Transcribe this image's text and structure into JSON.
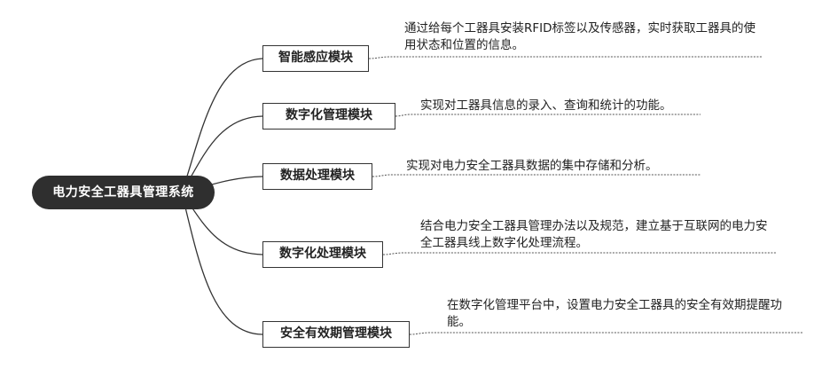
{
  "root": {
    "label": "电力安全工器具管理系统"
  },
  "modules": [
    {
      "label": "智能感应模块",
      "desc": "通过给每个工器具安装RFID标签以及传感器，实时获取工器具的使用状态和位置的信息。"
    },
    {
      "label": "数字化管理模块",
      "desc": "实现对工器具信息的录入、查询和统计的功能。"
    },
    {
      "label": "数据处理模块",
      "desc": "实现对电力安全工器具数据的集中存储和分析。"
    },
    {
      "label": "数字化处理模块",
      "desc": "结合电力安全工器具管理办法以及规范，建立基于互联网的电力安全工器具线上数字化处理流程。"
    },
    {
      "label": "安全有效期管理模块",
      "desc": "在数字化管理平台中，设置电力安全工器具的安全有效期提醒功能。"
    }
  ]
}
